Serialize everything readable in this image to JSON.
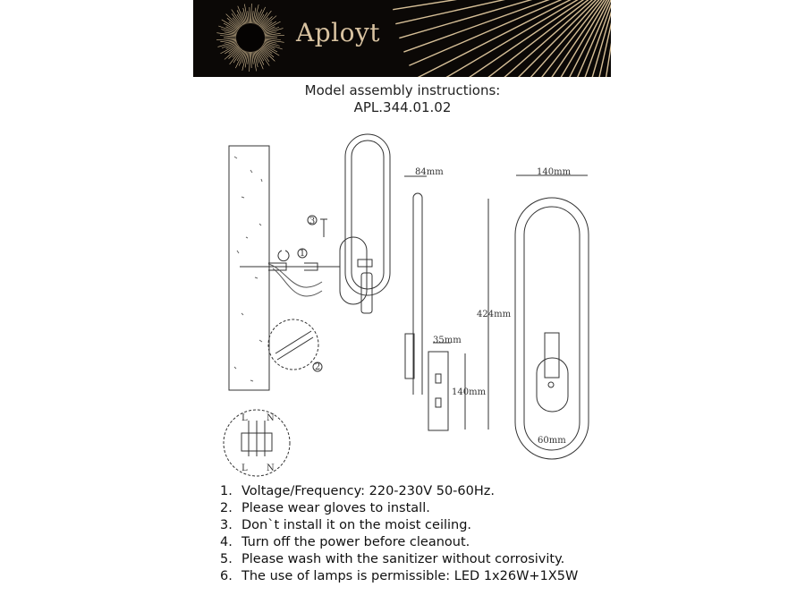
{
  "header": {
    "brand": "Aployt"
  },
  "title": {
    "line1": "Model assembly instructions:",
    "line2": "APL.344.01.02"
  },
  "diagram": {
    "steps": [
      "1",
      "2",
      "3"
    ],
    "terminal_labels": [
      "L",
      "N",
      "L",
      "N"
    ],
    "dimensions": {
      "depth": "84mm",
      "width": "140mm",
      "height": "424mm",
      "base_depth": "35mm",
      "base_height": "140mm",
      "base_width": "60mm"
    }
  },
  "notes": [
    {
      "num": "1.",
      "text": "Voltage/Frequency: 220-230V 50-60Hz."
    },
    {
      "num": "2.",
      "text": "Please wear gloves to install."
    },
    {
      "num": "3.",
      "text": "Don`t install it on the moist ceiling."
    },
    {
      "num": "4.",
      "text": "Turn off the power before cleanout."
    },
    {
      "num": "5.",
      "text": "Please wash with the sanitizer without corrosivity."
    },
    {
      "num": "6.",
      "text": "The use of lamps is permissible: LED 1x26W+1X5W"
    }
  ]
}
